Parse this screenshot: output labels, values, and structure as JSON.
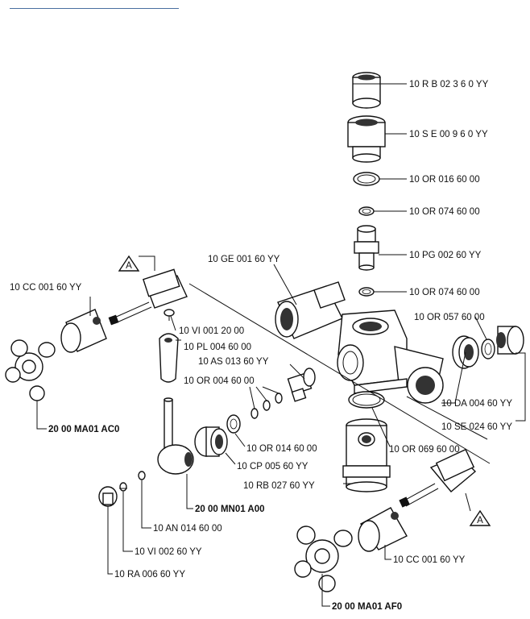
{
  "header_rule_color": "#4a6fa0",
  "section_marker": "A",
  "labels": {
    "rb_top": "10  R B 02 3 6 0 YY",
    "se_top": "10  S E 00 9 6 0 YY",
    "or_016": "10 OR 016 60 00",
    "or_074_a": "10 OR 074 60 00",
    "pg_002": "10 PG 002 60 YY",
    "or_074_b": "10 OR 074 60 00",
    "ge_001": "10 GE 001 60 YY",
    "cc_001_left": "10 CC 001 60 YY",
    "or_057": "10 OR 057 60 00",
    "vi_001": "10 VI 001 20 00",
    "pl_004": "10 PL 004 60 00",
    "as_013": "10 AS 013 60 YY",
    "or_004": "10 OR 004 60 00",
    "da_004": "10 DA 004 60 YY",
    "se_024": "10 SE 024 60 YY",
    "ma01_ac0": "20 00 MA01 AC0",
    "or_014": "10 OR 014 60 00",
    "or_069": "10 OR 069 60 00",
    "cp_005": "10 CP 005 60 YY",
    "rb_027": "10 RB 027 60 YY",
    "mn01_a00": "20 00 MN01 A00",
    "an_014": "10 AN 014 60 00",
    "vi_002": "10 VI 002 60 YY",
    "cc_001_right": "10 CC 001 60 YY",
    "ra_006": "10 RA 006 60 YY",
    "ma01_af0": "20 00 MA01 AF0"
  }
}
